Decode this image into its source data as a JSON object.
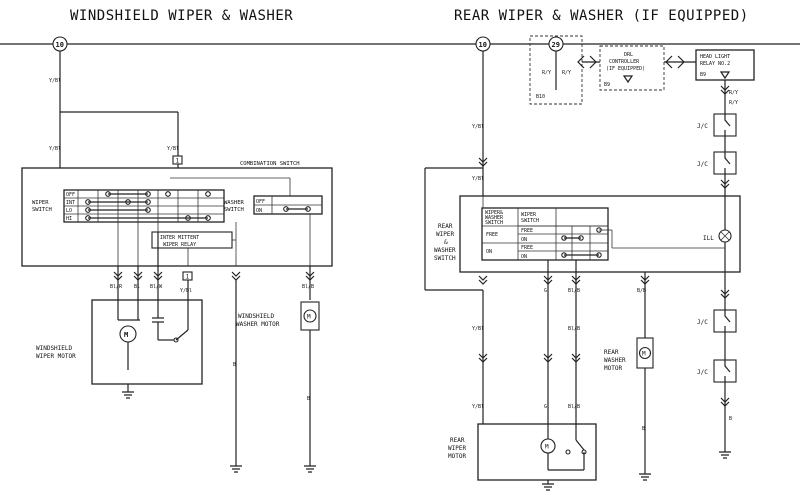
{
  "left": {
    "title": "WINDSHIELD WIPER & WASHER",
    "fuse": "10",
    "combination_switch": "COMBINATION SWITCH",
    "wiper_switch": [
      "WIPER",
      "SWITCH"
    ],
    "washer_switch": [
      "WASHER",
      "SWITCH"
    ],
    "wiper_positions": [
      "OFF",
      "INT",
      "LO",
      "HI"
    ],
    "washer_positions": [
      "OFF",
      "ON"
    ],
    "relay": [
      "INTER MITTENT",
      "WIPER RELAY"
    ],
    "wiper_motor": [
      "WINDSHIELD",
      "WIPER MOTOR"
    ],
    "washer_motor": [
      "WINDSHIELD",
      "WASHER MOTOR"
    ],
    "connector_mark": "1",
    "motor_symbol": "M",
    "wires": {
      "feed_1": "Y/Bl",
      "feed_2": "Y/Bl",
      "feed_3": "Y/Bl",
      "motor_1": "Bl/R",
      "motor_2": "Bl",
      "motor_3": "Bl/W",
      "motor_4": "Y/Bl",
      "washer": "Bl/B",
      "ground_1": "B",
      "ground_2": "B"
    }
  },
  "right": {
    "title": "REAR WIPER & WASHER (IF EQUIPPED)",
    "fuse_1": "10",
    "fuse_2": "29",
    "wire_ry": "R/Y",
    "drl_controller": [
      "DRL",
      "CONTROLLER",
      "(IF EQUIPPED)"
    ],
    "drl_connector": "B9",
    "headlight_relay": [
      "HEAD LIGHT",
      "RELAY NO.2"
    ],
    "relay_connector": "B9",
    "box_connector": "B10",
    "jc_label": "J/C",
    "ill_label": "ILL",
    "rear_switch": [
      "REAR",
      "WIPER",
      "&",
      "WASHER",
      "SWITCH"
    ],
    "switch_table": {
      "col1": [
        "WIPER&",
        "WASHER",
        "SWITCH"
      ],
      "col2": [
        "WIPER",
        "SWITCH"
      ],
      "rows": [
        "FREE",
        "ON",
        "FREE",
        "ON"
      ],
      "row_group_a": "FREE",
      "row_group_b": "ON"
    },
    "rear_washer_motor": [
      "REAR",
      "WASHER",
      "MOTOR"
    ],
    "rear_wiper_motor": [
      "REAR",
      "WIPER",
      "MOTOR"
    ],
    "motor_symbol": "M",
    "wires": {
      "feed_1": "Y/Bl",
      "feed_2": "Y/Bl",
      "feed_3": "Y/Bl",
      "feed_4": "Y/Bl",
      "w_1": "G",
      "w_2": "Bl/B",
      "w_3": "B/B",
      "w_4": "G",
      "w_5": "Bl/B",
      "w_6": "Bl/B",
      "w_7": "B",
      "w_8": "B",
      "w_9": "R/Y",
      "w_10": "R/Y"
    }
  }
}
